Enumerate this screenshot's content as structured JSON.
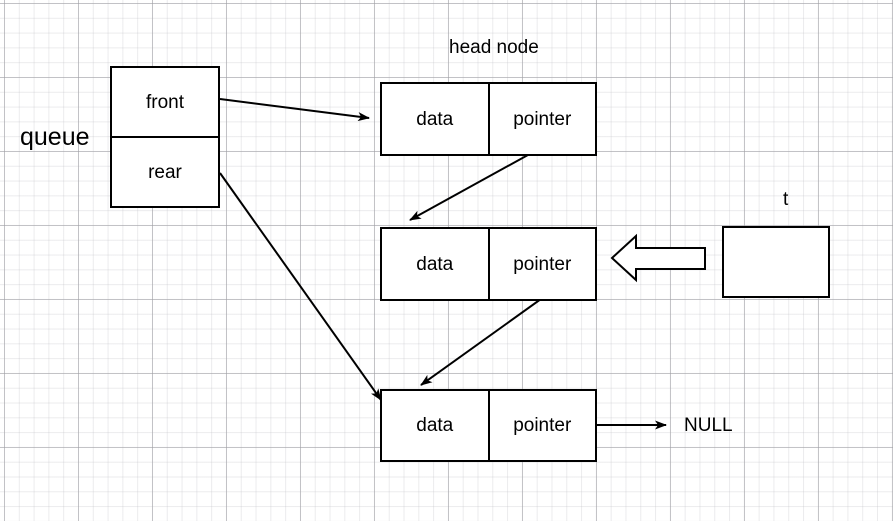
{
  "diagram": {
    "title_labels": {
      "queue": "queue",
      "head_node": "head node",
      "t": "t",
      "null": "NULL"
    },
    "queue_struct": {
      "name": "queue",
      "fields": [
        {
          "label": "front"
        },
        {
          "label": "rear"
        }
      ]
    },
    "nodes": [
      {
        "id": "head-node",
        "caption": "head node",
        "data_label": "data",
        "pointer_label": "pointer"
      },
      {
        "id": "node-2",
        "caption": "",
        "data_label": "data",
        "pointer_label": "pointer"
      },
      {
        "id": "node-3",
        "caption": "",
        "data_label": "data",
        "pointer_label": "pointer"
      }
    ],
    "terminator": "NULL",
    "temp_box": {
      "label": "t",
      "content": ""
    },
    "colors": {
      "stroke": "#000000",
      "fill": "#ffffff",
      "grid_major": "#a0a0a5",
      "grid_minor": "#bebec4",
      "text": "#000000"
    },
    "connectors": [
      {
        "name": "front-to-head-node",
        "from": "queue.front",
        "to": "head-node",
        "style": "thin-arrow"
      },
      {
        "name": "rear-to-node-3",
        "from": "queue.rear",
        "to": "node-3",
        "style": "thin-arrow"
      },
      {
        "name": "head-node-pointer-to-node-2",
        "from": "head-node.pointer",
        "to": "node-2",
        "style": "thin-arrow"
      },
      {
        "name": "node-2-pointer-to-node-3",
        "from": "node-2.pointer",
        "to": "node-3",
        "style": "thin-arrow"
      },
      {
        "name": "node-3-pointer-to-null",
        "from": "node-3.pointer",
        "to": "NULL",
        "style": "thin-arrow"
      },
      {
        "name": "temp-box-to-node-2",
        "from": "t",
        "to": "node-2",
        "style": "block-arrow"
      }
    ]
  }
}
